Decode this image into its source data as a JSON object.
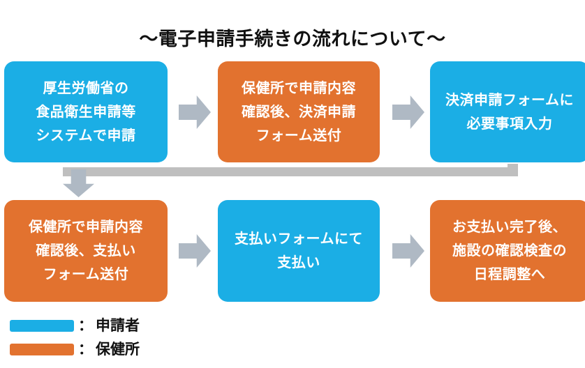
{
  "title": "〜電子申請手続きの流れについて〜",
  "colors": {
    "applicant_blue": "#1BAEE5",
    "health_center_orange": "#E2722F",
    "arrow_gray": "#AFB9C4",
    "connector_gray": "#BFBFBF",
    "text_white": "#FFFFFF",
    "text_black": "#111111",
    "background": "#FFFFFF"
  },
  "flow": {
    "row1": [
      {
        "id": "step-1",
        "actor": "applicant",
        "color": "#1BAEE5",
        "lines": [
          "厚生労働省の",
          "食品衛生申請等",
          "システムで申請"
        ]
      },
      {
        "id": "step-2",
        "actor": "health-center",
        "color": "#E2722F",
        "lines": [
          "保健所で申請内容",
          "確認後、決済申請",
          "フォーム送付"
        ]
      },
      {
        "id": "step-3",
        "actor": "applicant",
        "color": "#1BAEE5",
        "lines": [
          "決済申請フォームに",
          "必要事項入力"
        ]
      }
    ],
    "row2": [
      {
        "id": "step-4",
        "actor": "health-center",
        "color": "#E2722F",
        "lines": [
          "保健所で申請内容",
          "確認後、支払い",
          "フォーム送付"
        ]
      },
      {
        "id": "step-5",
        "actor": "applicant",
        "color": "#1BAEE5",
        "lines": [
          "支払いフォームにて",
          "支払い"
        ]
      },
      {
        "id": "step-6",
        "actor": "health-center",
        "color": "#E2722F",
        "lines": [
          "お支払い完了後、",
          "施設の確認検査の",
          "日程調整へ"
        ]
      }
    ],
    "connectors": [
      {
        "id": "arrow-1-2",
        "icon": "arrow-right-icon"
      },
      {
        "id": "arrow-2-3",
        "icon": "arrow-right-icon"
      },
      {
        "id": "arrow-3-4",
        "icon": "arrow-wrap-down-icon"
      },
      {
        "id": "arrow-4-5",
        "icon": "arrow-right-icon"
      },
      {
        "id": "arrow-5-6",
        "icon": "arrow-right-icon"
      }
    ]
  },
  "legend": {
    "separator": "：",
    "items": [
      {
        "color": "#1BAEE5",
        "label": "申請者"
      },
      {
        "color": "#E2722F",
        "label": "保健所"
      }
    ]
  }
}
